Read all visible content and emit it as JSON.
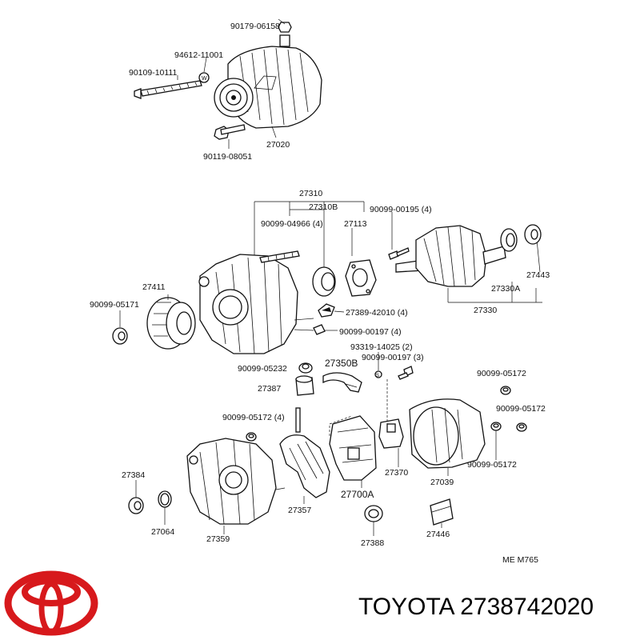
{
  "labels": {
    "p_90179_06158": "90179-06158",
    "p_94612_11001": "94612-11001",
    "p_90109_10111": "90109-10111",
    "p_27020": "27020",
    "p_90119_08051": "90119-08051",
    "p_27310": "27310",
    "p_27310B": "27310B",
    "p_90099_04966": "90099-04966 (4)",
    "p_27113": "27113",
    "p_90099_00195": "90099-00195 (4)",
    "p_27411": "27411",
    "p_90099_05171": "90099-05171",
    "p_27389_42010": "27389-42010 (4)",
    "p_90099_00197a": "90099-00197 (4)",
    "p_27443": "27443",
    "p_27330A": "27330A",
    "p_27330": "27330",
    "p_93319_14025": "93319-14025 (2)",
    "p_90099_00197b": "90099-00197 (3)",
    "p_90099_05232": "90099-05232",
    "p_27350B": "27350B",
    "p_90099_05172a": "90099-05172",
    "p_27387": "27387",
    "p_90099_05172b": "90099-05172 (4)",
    "p_90099_05172c": "90099-05172",
    "p_90099_05172d": "90099-05172",
    "p_27384": "27384",
    "p_27370": "27370",
    "p_27039": "27039",
    "p_27357": "27357",
    "p_27700A": "27700A",
    "p_27064": "27064",
    "p_27359": "27359",
    "p_27388": "27388",
    "p_27446": "27446",
    "p_code": "ME  M765"
  },
  "brand_text": "TOYOTA 2738742020",
  "colors": {
    "logo": "#d7191c",
    "ink": "#111111"
  },
  "icons": {
    "logo": "toyota-logo-icon"
  }
}
